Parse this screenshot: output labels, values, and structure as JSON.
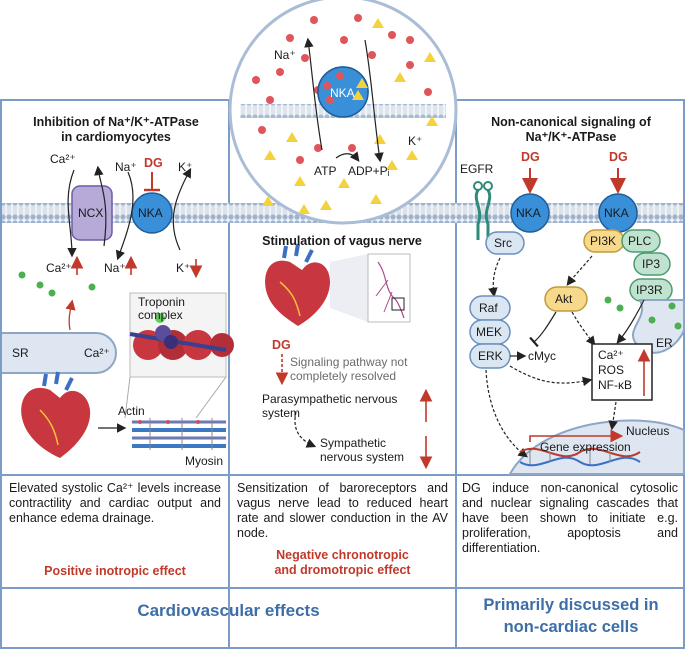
{
  "left": {
    "title_line1": "Inhibition of Na⁺/K⁺-ATPase",
    "title_line2": "in cardiomyocytes",
    "labels": {
      "ca_top": "Ca²⁺",
      "na_top": "Na⁺",
      "dg": "DG",
      "k_top": "K⁺",
      "ncx": "NCX",
      "nka": "NKA",
      "ca_bottom": "Ca²⁺",
      "na_bottom": "Na⁺",
      "k_bottom": "K⁺",
      "troponin_line1": "Troponin",
      "troponin_line2": "complex",
      "sr": "SR",
      "ca_sr": "Ca²⁺",
      "actin": "Actin",
      "myosin": "Myosin"
    },
    "description": "Elevated systolic Ca²⁺ levels increase contractility and cardiac output and enhance edema drainage.",
    "effect": "Positive inotropic effect"
  },
  "middle": {
    "circle": {
      "na": "Na⁺",
      "nka": "NKA",
      "atp": "ATP",
      "adp": "ADP+Pᵢ",
      "k": "K⁺"
    },
    "title": "Stimulation of vagus nerve",
    "dg": "DG",
    "pathway_line1": "Signaling pathway not",
    "pathway_line2": "completely resolved",
    "parasympathetic_line1": "Parasympathetic nervous",
    "parasympathetic_line2": "system",
    "sympathetic_line1": "Sympathetic",
    "sympathetic_line2": "nervous system",
    "description": "Sensitization of baroreceptors and vagus nerve lead to reduced heart rate and slower conduction in the AV node.",
    "effect_line1": "Negative chronotropic",
    "effect_line2": "and dromotropic effect"
  },
  "right": {
    "title_line1": "Non-canonical signaling of",
    "title_line2": "Na⁺/K⁺-ATPase",
    "labels": {
      "egfr": "EGFR",
      "dg1": "DG",
      "dg2": "DG",
      "nka1": "NKA",
      "nka2": "NKA",
      "src": "Src",
      "pi3k": "PI3K",
      "plc": "PLC",
      "ip3": "IP3",
      "ip3r": "IP3R",
      "er": "ER",
      "raf": "Raf",
      "mek": "MEK",
      "erk": "ERK",
      "akt": "Akt",
      "cmyc": "cMyc",
      "ca": "Ca²⁺",
      "ros": "ROS",
      "nfkb": "NF-κB",
      "nucleus": "Nucleus",
      "gene": "Gene expression"
    },
    "description": "DG induce non-canonical cytosolic and nuclear signaling cascades that have been shown to initiate e.g. proliferation, apoptosis and differentiation."
  },
  "footer": {
    "left": "Cardiovascular effects",
    "right_line1": "Primarily discussed in",
    "right_line2": "non-cardiac cells"
  },
  "colors": {
    "panel_border": "#7a9cc6",
    "membrane": "#c9d6e6",
    "nka": "#3a8fd9",
    "ncx": "#b7a9d8",
    "dg_red": "#c0392b",
    "accent_blue": "#3d6ea8",
    "green_ion": "#4caf50",
    "sodium": "#e0555a",
    "potassium": "#f3d23c"
  },
  "icons": [
    "heart-icon",
    "nerve-icon",
    "dna-icon",
    "troponin-icon",
    "actin-myosin-icon"
  ]
}
